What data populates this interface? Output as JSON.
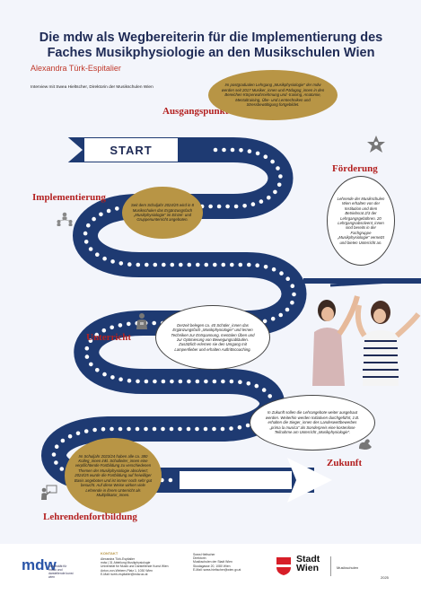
{
  "title": "Die mdw als Wegbereiterin für die Implementierung des Faches Musikphysiologie an den Musikschulen Wien",
  "author": "Alexandra Türk-Espitalier",
  "interview": "Interview mit Swea Hieltscher, Direktorin der Musikschulen Wien",
  "start_label": "START",
  "sections": {
    "ausgangspunkt": "Ausgangspunkt",
    "foerderung": "Förderung",
    "implementierung": "Implementierung",
    "unterricht": "Unterricht",
    "zukunft": "Zukunft",
    "lehrendenfortbildung": "Lehrendenfortbildung"
  },
  "bubbles": {
    "ausgangspunkt": "Im postgradualen Lehrgang „Musikphysiologie“ der mdw werden seit 2017 Musiker_innen und Pädagog_innen in den Bereichen Körperwahrnehmung und -training, Anatomie, Mentaltraining, Übe- und Lerntechniken und Stressbewältigung fortgebildet.",
    "foerderung": "Lehrende der Musikschulen Wien erhalten von der Institution und dem Betriebsrat 2/3 der Lehrgangsgebühren. 20 Lehrgangsabsolvent_innen sind bereits in der Fachgruppe „Musikphysiologie“ vernetzt und bieten Unterricht an.",
    "implementierung": "Seit dem Schuljahr 2024/25 wird in 8 Musikschulen das Ergänzungsfach „Musikphysiologie“ im Einzel- und Gruppenunterricht angeboten.",
    "unterricht": "Derzeit belegen ca. 40 Schüler_innen das Ergänzungsfach „Musikphysiologie“ und lernen Techniken zur Entspannung, mentalen Üben und zur Optimierung von Bewegungsabläufen. Zusätzlich erlernen sie den Umgang mit Lampenfieber und erhalten Auftrittscoaching.",
    "zukunft": "In Zukunft sollen die Lehrangebote weiter ausgebaut werden. Weiterhin werden Initiativen durchgeführt, z.B. erhalten die Sieger_innen des Landeswettbewerbes „prima la musica“ als Sonderpreis eine kostenlose Teilnahme am Unterricht „Musikphysiologie“.",
    "lehrendenfortbildung": "Im Schuljahr 2023/24 haben alle ca. 380 Kolleg_innen inkl. Schulleiter_innen eine verpflichtende Fortbildung zu verschiedenen Themen der Musikphysiologie absolviert; 2024/25 wurde die Fortbildung auf freiwilliger Basis angeboten und ist immer noch sehr gut besucht. Auf diese Weise wirken viele Lehrende in ihrem Unterricht als Multiplikator_innen."
  },
  "footer": {
    "mdw_logo": "mdw",
    "mdw_text": "universität für musik und darstellende kunst wien",
    "kontakt_title": "KONTAKT",
    "kontakt_lines": [
      "Alexandra Türk-Espitalier",
      "mdw | 31 Abteilung Musikphysiologie",
      "Universität für Musik und Darstellende Kunst Wien",
      "Anton-von-Webern-Platz 1, 1030 Wien",
      "E-Mail: tuerk-espitalier@mdw.ac.at"
    ],
    "kontakt2_lines": [
      "Swea Hieltscher",
      "Direktorin",
      "Musikschulen der Stadt Wien",
      "Skodagasse 20, 1080 Wien",
      "E-Mail: swea.hieltscher@wien.gv.at"
    ],
    "stadt_wien": [
      "Stadt",
      "Wien"
    ],
    "musikschulen": "Musikschulen",
    "year": "2025"
  },
  "colors": {
    "road": "#1e3a72",
    "gold": "#b89545",
    "red": "#b32020",
    "white_arrow": "#ffffff"
  },
  "icons": [
    "star-figure-icon",
    "network-people-icon",
    "teacher-icon",
    "flexing-arm-icon",
    "presenter-icon",
    "wien-flag-icon"
  ]
}
